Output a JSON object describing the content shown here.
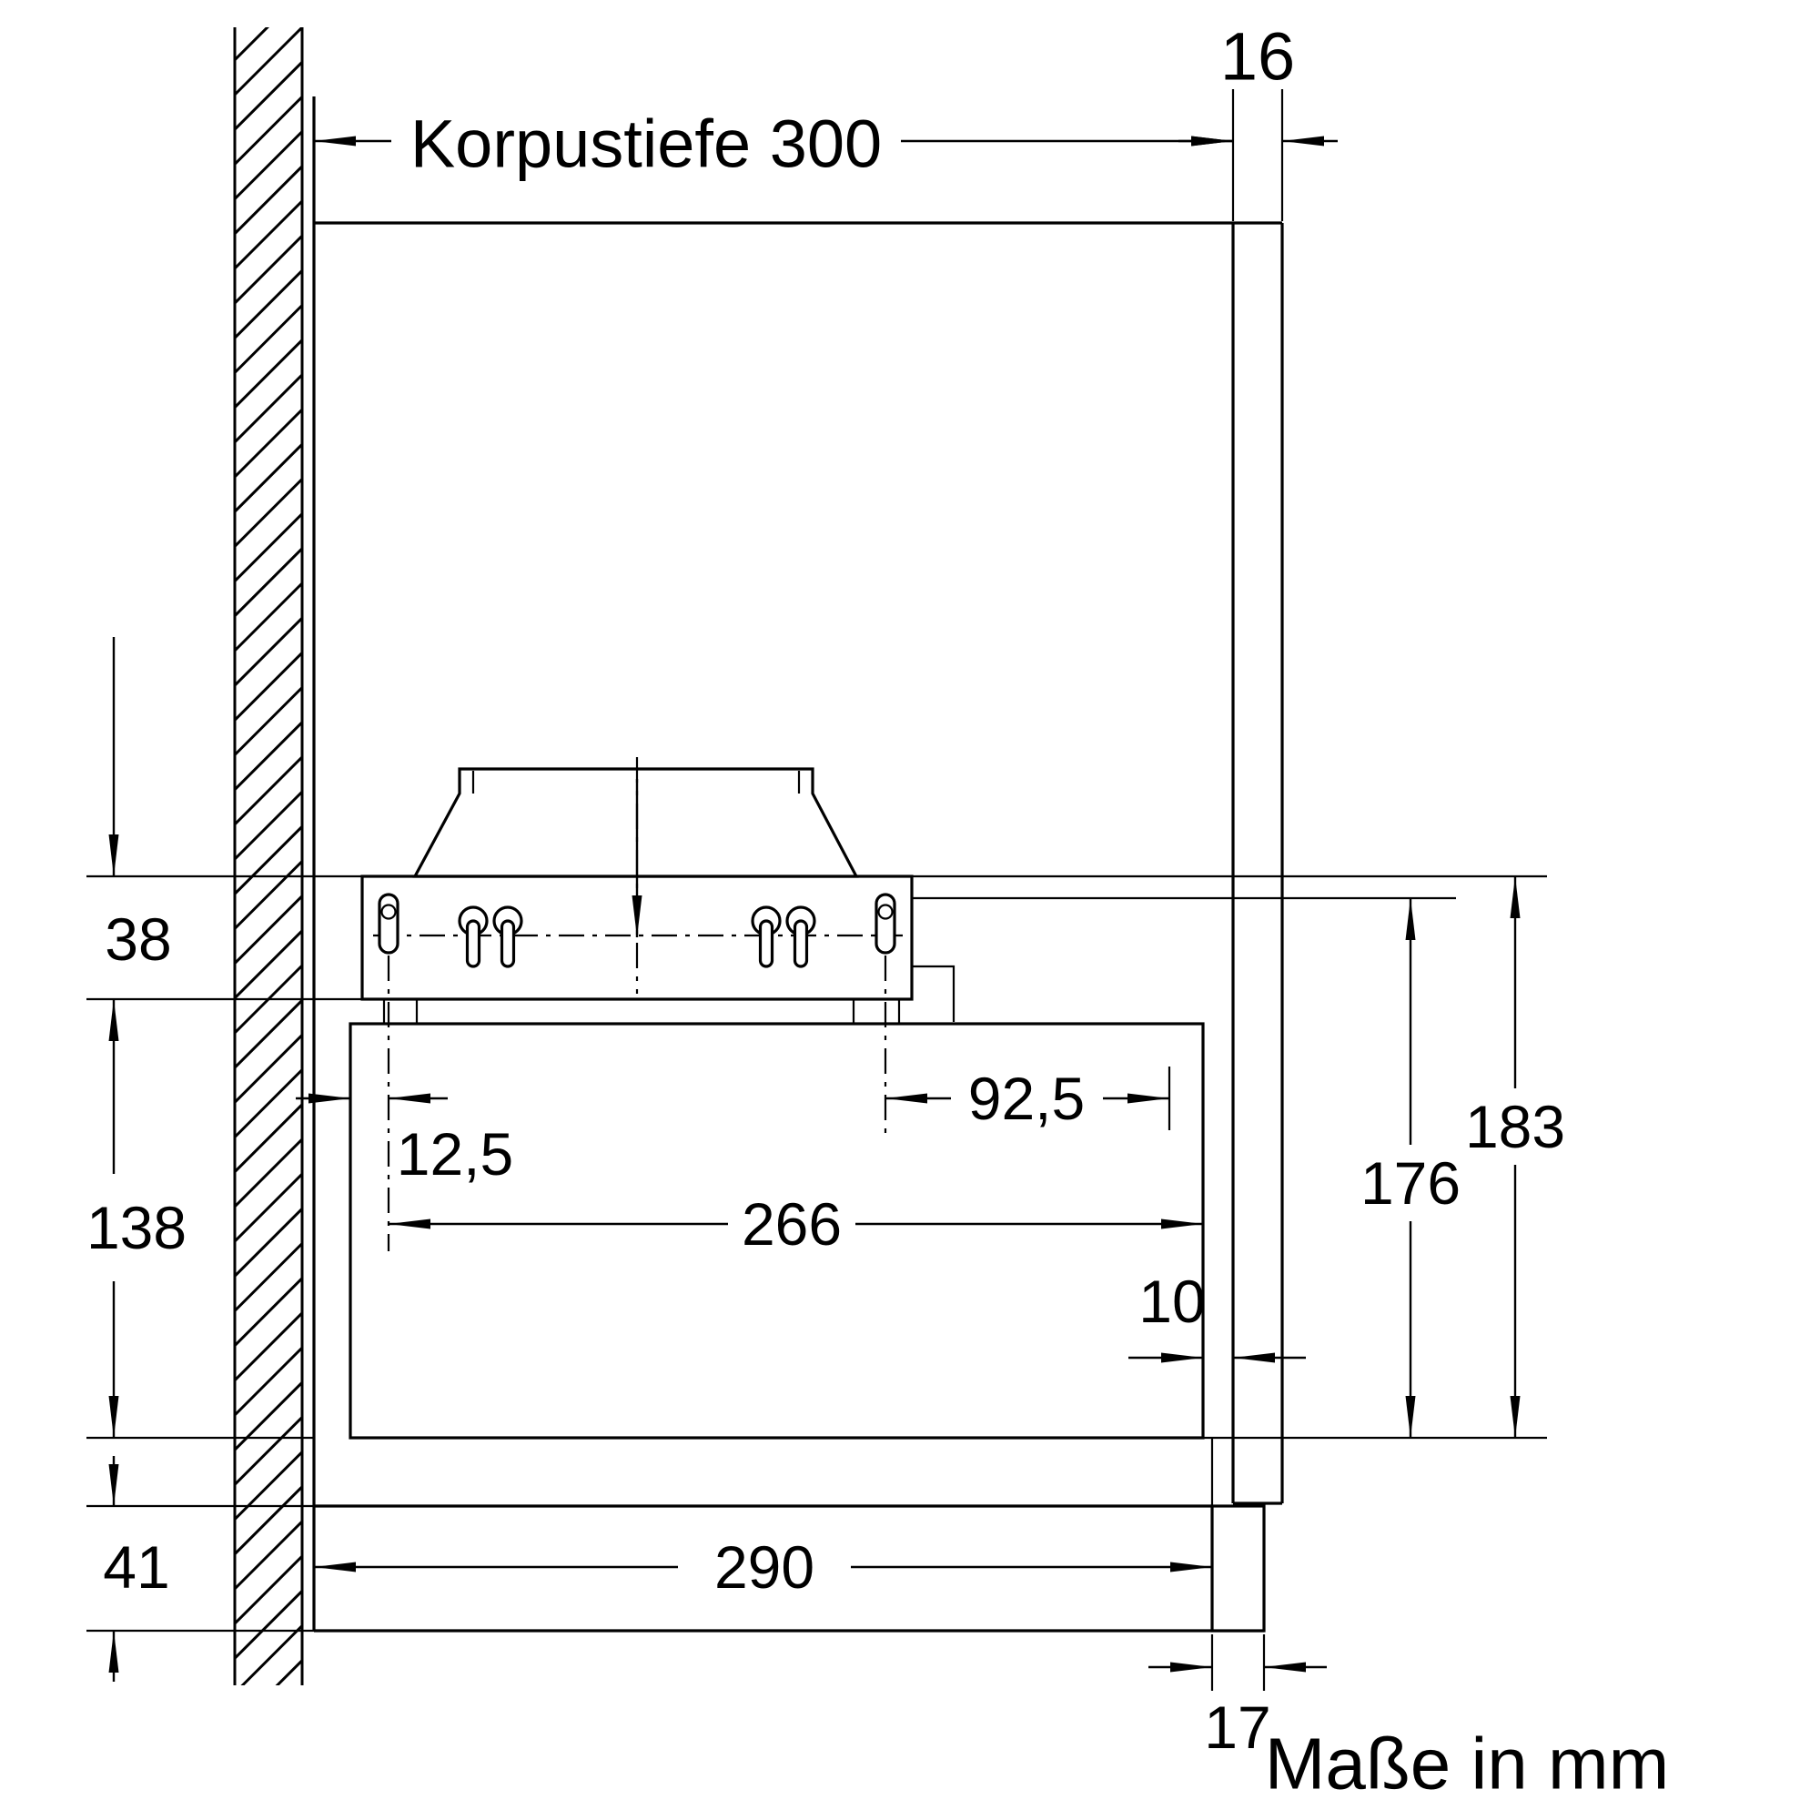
{
  "diagram": {
    "note": "Maße in mm",
    "labels": {
      "korpustiefe": "Korpustiefe 300",
      "panel_thickness": "16",
      "bracket_height": "38",
      "body_height": "138",
      "handle_height": "41",
      "keyhole_offset_left": "12,5",
      "keyhole_offset_right": "92,5",
      "body_depth": "266",
      "front_gap": "10",
      "pullout_depth": "290",
      "handle_depth": "17",
      "height_inner": "176",
      "height_overall": "183"
    }
  }
}
